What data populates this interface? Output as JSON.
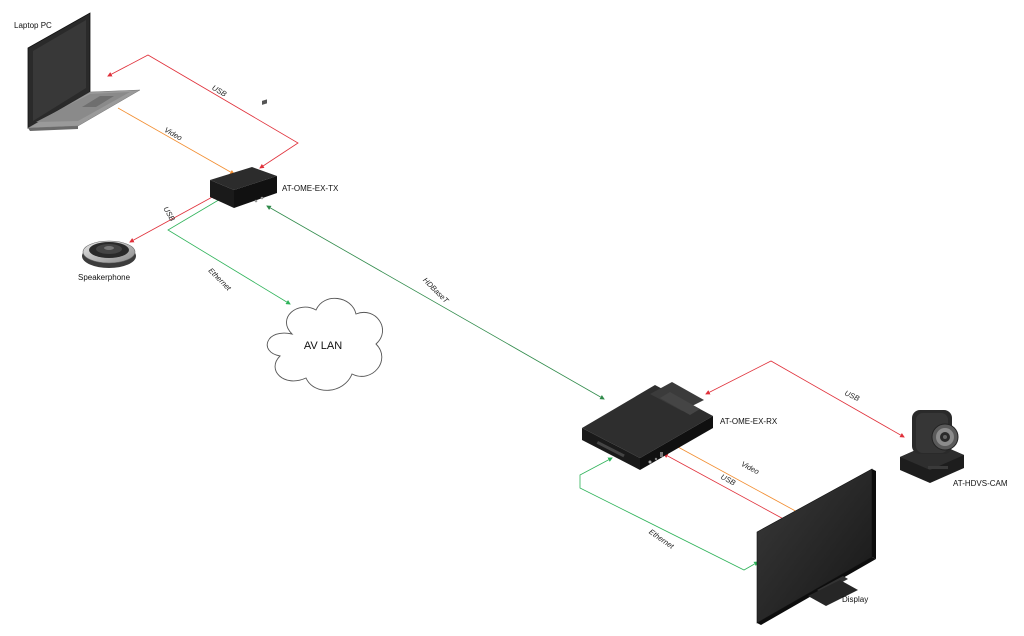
{
  "devices": {
    "laptop": "Laptop PC",
    "transmitter": "AT-OME-EX-TX",
    "speakerphone": "Speakerphone",
    "receiver": "AT-OME-EX-RX",
    "camera": "AT-HDVS-CAM",
    "display": "Display"
  },
  "network": {
    "cloud": "AV LAN"
  },
  "connections": {
    "tx_laptop_usb": "USB",
    "laptop_tx_video": "Video",
    "tx_speaker_usb": "USB",
    "tx_lan_ethernet": "Ethernet",
    "tx_rx_hdbaset": "HDBaseT",
    "rx_camera_usb": "USB",
    "rx_display_video": "Video",
    "rx_display_usb": "USB",
    "rx_lan_ethernet": "Ethernet"
  },
  "colors": {
    "usb": "#e0303a",
    "video": "#f28c2e",
    "ethernet": "#2fb35a",
    "hdbaset": "#2f8a4a",
    "device": "#1c1c1c"
  }
}
